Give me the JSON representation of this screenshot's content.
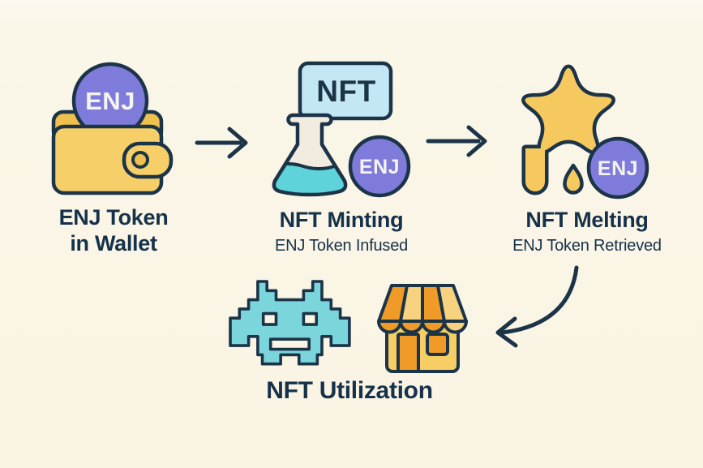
{
  "page": {
    "background_color": "#FAF6E8",
    "outline_color": "#1C3448",
    "text_color": "#16324B"
  },
  "palette": {
    "coin_purple": "#7E7BDA",
    "wallet_yellow": "#F6CF69",
    "wallet_flap_yellow": "#EFC04E",
    "star_yellow": "#F6C95F",
    "flask_glass": "#F1ECDF",
    "flask_liquid_teal": "#5FD3DA",
    "nft_sign_blue": "#C4E7F5",
    "invader_teal": "#7BD6DB",
    "shop_orange": "#F09A28",
    "shop_light_yellow": "#F7D37F",
    "shop_body_yellow": "#F6CE63"
  },
  "stages": [
    {
      "icon": "wallet-with-enj-coin",
      "coin_label": "ENJ",
      "title": "ENJ Token\nin Wallet"
    },
    {
      "icon": "flask-with-nft-sign-and-enj-coin",
      "sign_label": "NFT",
      "coin_label": "ENJ",
      "title": "NFT Minting",
      "subtitle": "ENJ Token Infused"
    },
    {
      "icon": "melting-star-with-enj-coin",
      "coin_label": "ENJ",
      "title": "NFT Melting",
      "subtitle": "ENJ Token Retrieved"
    },
    {
      "icon": "space-invader-and-shop",
      "title": "NFT Utilization"
    }
  ],
  "flow_arrows": [
    {
      "from": "ENJ Token in Wallet",
      "to": "NFT Minting",
      "shape": "straight-right"
    },
    {
      "from": "NFT Minting",
      "to": "NFT Melting",
      "shape": "straight-right"
    },
    {
      "from": "NFT Melting",
      "to": "NFT Utilization",
      "shape": "curved-down-left"
    }
  ]
}
